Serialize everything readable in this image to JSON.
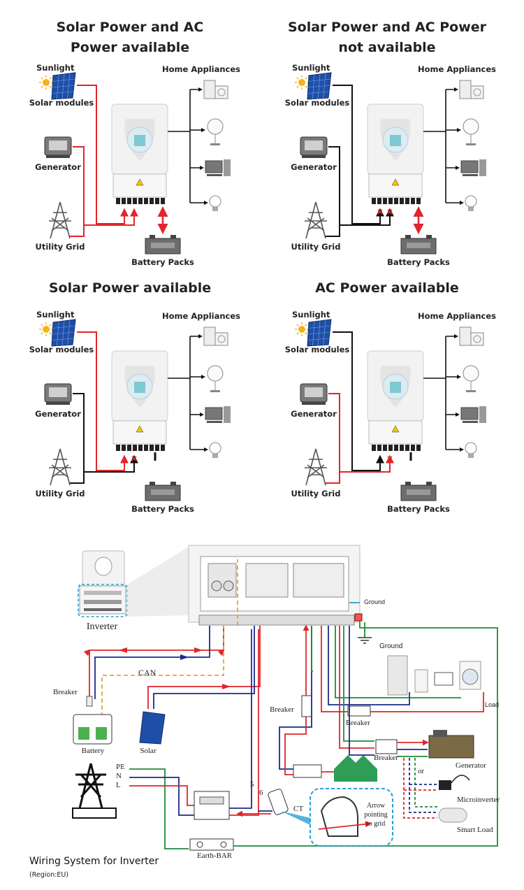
{
  "panels": [
    {
      "title_line1": "Solar Power and AC",
      "title_line2": "Power available",
      "labels": {
        "sunlight": "Sunlight",
        "solar_modules": "Solar modules",
        "generator": "Generator",
        "utility_grid": "Utility Grid",
        "battery_packs": "Battery Packs",
        "home_appliances": "Home Appliances"
      },
      "solar_active": true,
      "generator_active": true,
      "grid_active": true,
      "battery_active": true,
      "blocked_inputs": 0
    },
    {
      "title_line1": "Solar Power and AC Power",
      "title_line2": "not available",
      "labels": {
        "sunlight": "Sunlight",
        "solar_modules": "Solar modules",
        "generator": "Generator",
        "utility_grid": "Utility Grid",
        "battery_packs": "Battery Packs",
        "home_appliances": "Home Appliances"
      },
      "solar_active": false,
      "generator_active": false,
      "grid_active": false,
      "battery_active": true,
      "blocked_inputs": 2
    },
    {
      "title_line1": "Solar Power available",
      "title_line2": "",
      "labels": {
        "sunlight": "Sunlight",
        "solar_modules": "Solar modules",
        "generator": "Generator",
        "utility_grid": "Utility Grid",
        "battery_packs": "Battery Packs",
        "home_appliances": "Home Appliances"
      },
      "solar_active": true,
      "generator_active": false,
      "grid_active": false,
      "battery_active": false,
      "blocked_inputs": 1
    },
    {
      "title_line1": "AC Power available",
      "title_line2": "",
      "labels": {
        "sunlight": "Sunlight",
        "solar_modules": "Solar modules",
        "generator": "Generator",
        "utility_grid": "Utility Grid",
        "battery_packs": "Battery Packs",
        "home_appliances": "Home Appliances"
      },
      "solar_active": false,
      "generator_active": true,
      "grid_active": true,
      "battery_active": false,
      "blocked_inputs": 1
    }
  ],
  "wiring": {
    "inverter": "Inverter",
    "ground_top": "Ground",
    "ground_mid": "Ground",
    "can": "CAN",
    "breaker_left": "Breaker",
    "breaker_mid": "Breaker",
    "breaker_load": "Breaker",
    "breaker_gen": "Breaker",
    "battery": "Battery",
    "solar": "Solar",
    "pe": "PE",
    "n": "N",
    "l": "L",
    "load": "Load",
    "generator": "Generator",
    "or": "or",
    "microinverter": "Microinverter",
    "smart_load": "Smart Load",
    "ct": "CT",
    "arrow_note_1": "Arrow",
    "arrow_note_2": "pointing",
    "arrow_note_3": "to grid",
    "earth_bar": "Earth-BAR",
    "num_5": "5",
    "num_6": "6"
  },
  "footer": {
    "title": "Wiring System for Inverter",
    "region": "(Region:EU)"
  },
  "colors": {
    "active_line": "#e0262a",
    "idle_line": "#111111",
    "neutral_line": "#1d2a8c",
    "pe_line": "#1f8a3c",
    "can_line": "#e6a23c",
    "highlight": "#2b9fd6"
  }
}
